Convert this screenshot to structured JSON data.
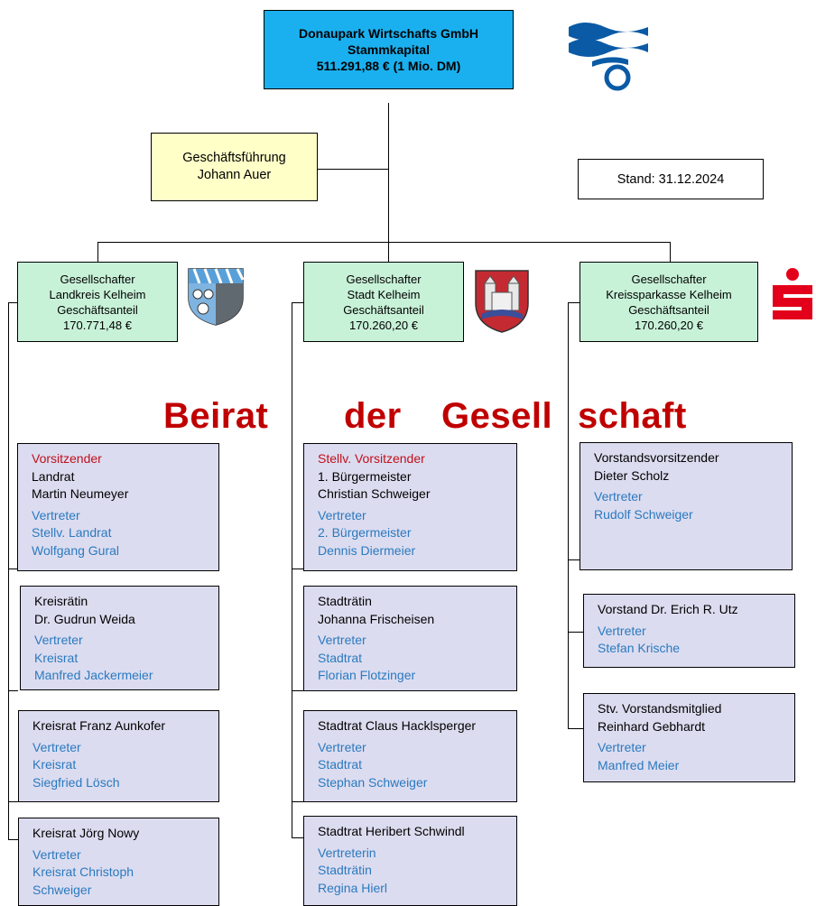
{
  "header": {
    "line1": "Donaupark Wirtschafts GmbH",
    "line2": "Stammkapital",
    "line3": "511.291,88 €   (1 Mio. DM)"
  },
  "management": {
    "line1": "Geschäftsführung",
    "line2": "Johann Auer"
  },
  "stand": "Stand: 31.12.2024",
  "shareholders": [
    {
      "l1": "Gesellschafter",
      "l2": "Landkreis Kelheim",
      "l3": "Geschäftsanteil",
      "l4": "170.771,48 €"
    },
    {
      "l1": "Gesellschafter",
      "l2": "Stadt Kelheim",
      "l3": "Geschäftsanteil",
      "l4": "170.260,20  €"
    },
    {
      "l1": "Gesellschafter",
      "l2": "Kreissparkasse Kelheim",
      "l3": "Geschäftsanteil",
      "l4": "170.260,20 €"
    }
  ],
  "title": {
    "w1": "Beirat",
    "w2": "der",
    "w3": "Gesell",
    "w4": "schaft"
  },
  "col1": [
    {
      "role": "Vorsitzender",
      "a": "Landrat",
      "b": "Martin Neumeyer",
      "v1": "Vertreter",
      "v2": "Stellv. Landrat",
      "v3": "Wolfgang Gural"
    },
    {
      "a": "Kreisrätin",
      "b": "Dr. Gudrun Weida",
      "v1": "Vertreter",
      "v2": "Kreisrat",
      "v3": "Manfred Jackermeier"
    },
    {
      "a": "Kreisrat Franz Aunkofer",
      "v1": "Vertreter",
      "v2": "Kreisrat",
      "v3": "Siegfried Lösch"
    },
    {
      "a": "Kreisrat Jörg Nowy",
      "v1": "Vertreter",
      "v2": "Kreisrat Christoph",
      "v3": "Schweiger"
    }
  ],
  "col2": [
    {
      "role": "Stellv. Vorsitzender",
      "a": "1. Bürgermeister",
      "b": "Christian Schweiger",
      "v1": "Vertreter",
      "v2": "2. Bürgermeister",
      "v3": "Dennis Diermeier"
    },
    {
      "a": "Stadträtin",
      "b": "Johanna Frischeisen",
      "v1": "Vertreter",
      "v2": "Stadtrat",
      "v3": " Florian Flotzinger"
    },
    {
      "a": "Stadtrat Claus Hacklsperger",
      "v1": "Vertreter",
      "v2": "Stadtrat",
      "v3": "Stephan Schweiger"
    },
    {
      "a": "Stadtrat Heribert Schwindl",
      "v1": "Vertreterin",
      "v2": "Stadträtin",
      "v3": "Regina Hierl"
    }
  ],
  "col3": [
    {
      "a": "Vorstandsvorsitzender",
      "b": "Dieter Scholz",
      "v1": "Vertreter",
      "v2": "Rudolf Schweiger"
    },
    {
      "a": "Vorstand Dr. Erich R. Utz",
      "v1": "Vertreter",
      "v2": "Stefan Krische"
    },
    {
      "a": "Stv. Vorstandsmitglied",
      "b": "Reinhard Gebhardt",
      "v1": "Vertreter",
      "v2": "Manfred Meier"
    }
  ],
  "colors": {
    "header": "#1ab0ef",
    "management": "#ffffc8",
    "shareholder": "#c8f2d8",
    "member": "#dcdcf0",
    "title": "#c00000",
    "role": "#c0101b",
    "deputy": "#2a7abf"
  }
}
